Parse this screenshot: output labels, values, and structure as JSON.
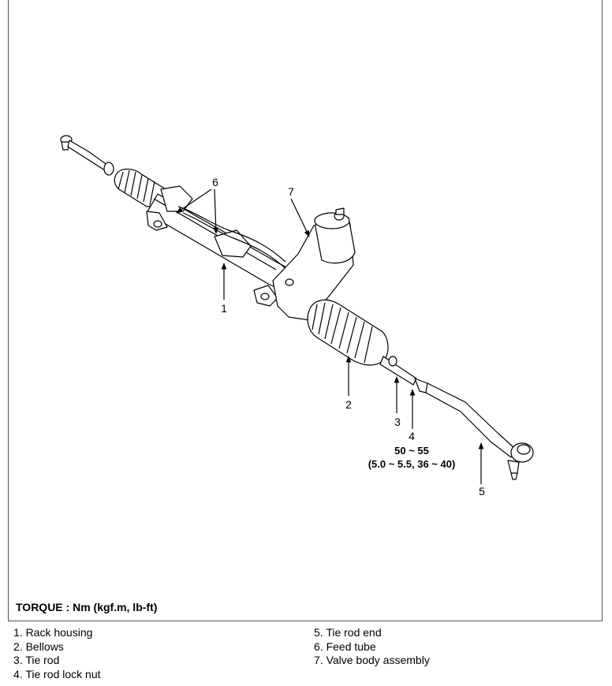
{
  "callouts": {
    "c1": "1",
    "c2": "2",
    "c3": "3",
    "c4": "4",
    "c5": "5",
    "c6": "6",
    "c7": "7"
  },
  "torque_spec": {
    "line1": "50 ~ 55",
    "line2": "(5.0 ~ 5.5, 36 ~ 40)"
  },
  "torque_title": "TORQUE : Nm (kgf.m, lb-ft)",
  "legend": {
    "left": [
      "1. Rack housing",
      "2. Bellows",
      "3. Tie rod",
      "4. Tie rod lock nut"
    ],
    "right": [
      "5. Tie rod end",
      "6. Feed tube",
      "7. Valve body assembly"
    ]
  }
}
